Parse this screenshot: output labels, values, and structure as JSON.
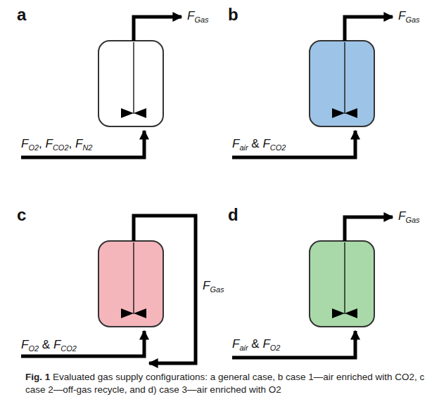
{
  "diagram": {
    "caption": "Fig. 1 Evaluated gas supply configurations: a general case, b case 1—air enriched with CO2, c case 2—off-gas recycle, and d) case 3—air enriched with O2",
    "labels": [
      "a",
      "FGas",
      "FO2, FCO2, FN2",
      "b",
      "FGas",
      "Fair & FCO2",
      "c",
      "FGas",
      "FO2 & FCO2",
      "d",
      "FGas",
      "Fair & FO2"
    ]
  }
}
